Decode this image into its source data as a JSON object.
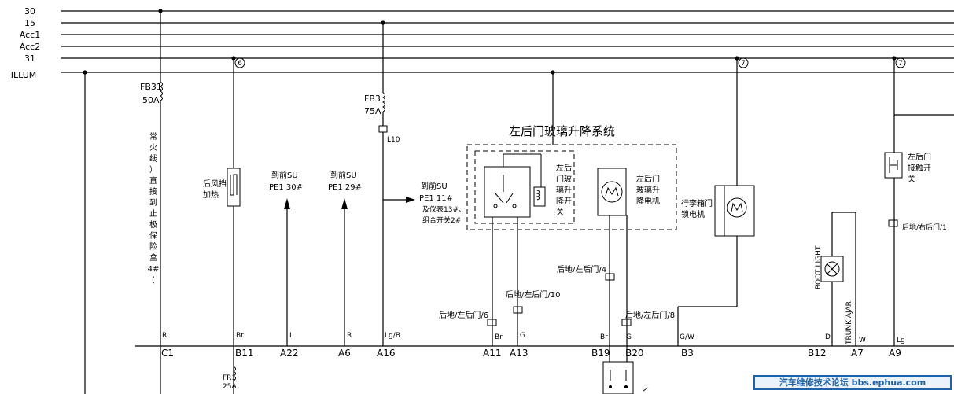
{
  "rails": [
    "30",
    "15",
    "Acc1",
    "Acc2",
    "31",
    "ILLUM"
  ],
  "rail_tags": [
    "6",
    "7",
    "7"
  ],
  "fuses": {
    "fb31_name": "FB31",
    "fb31_rating": "50A",
    "fb3_name": "FB3",
    "fb3_rating": "75A",
    "fr1_name": "FR1",
    "fr1_rating": "25A"
  },
  "connector_l10": "L10",
  "vertical_notes": {
    "constant_line": [
      "常",
      "火",
      "线",
      "）",
      "直",
      "接",
      "到",
      "止",
      "极",
      "保",
      "险",
      "盒",
      "4#",
      "("
    ]
  },
  "components": {
    "rear_defrost": [
      "后风挡",
      "加热"
    ],
    "to_su_30": [
      "到前SU",
      "PE1 30#"
    ],
    "to_su_29": [
      "到前SU",
      "PE1 29#"
    ],
    "to_su_11": [
      "到前SU",
      "PE1 11#",
      "及仪表13#、",
      "组合开关2#"
    ],
    "system_title": "左后门玻璃升降系统",
    "window_switch": [
      "左后",
      "门玻",
      "璃升",
      "降开",
      "关"
    ],
    "window_motor": [
      "左后门",
      "玻璃升",
      "降电机"
    ],
    "trunk_motor": [
      "行李箱门",
      "锁电机"
    ],
    "door_contact_switch": [
      "左后门",
      "接触开",
      "关"
    ],
    "boot_light": "BOOT LIGHT",
    "trunk_ajar": "TRUNK AJAR"
  },
  "grounds": {
    "g_left_rear_door_6": "后地/左后门/6",
    "g_left_rear_door_10": "后地/左后门/10",
    "g_left_rear_door_4": "后地/左后门/4",
    "g_left_rear_door_8": "后地/左后门/8",
    "g_rear_right_rear_door": "后地/右后门/1"
  },
  "wire_colors": {
    "c1": "R",
    "b11": "Br",
    "a22": "L",
    "a6": "R",
    "a16": "Lg/B",
    "a11": "Br",
    "a13": "G",
    "b19": "Br",
    "b20": "G",
    "b3": "G/W",
    "b12": "D",
    "a7": "W",
    "a9": "Lg"
  },
  "pins": {
    "c1": "C1",
    "b11": "B11",
    "a22": "A22",
    "a6": "A6",
    "a16": "A16",
    "a11": "A11",
    "a13": "A13",
    "b19": "B19",
    "b20": "B20",
    "b3": "B3",
    "b12": "B12",
    "a7": "A7",
    "a9": "A9"
  },
  "watermark": "汽车维修技术论坛 bbs.ephua.com"
}
